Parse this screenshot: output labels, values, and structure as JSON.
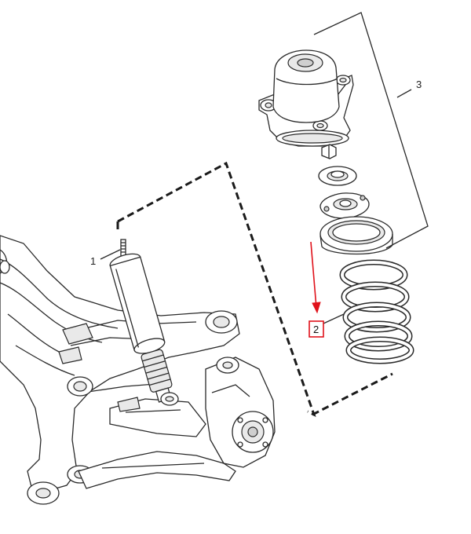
{
  "callouts": [
    {
      "id": "1",
      "text": "1"
    },
    {
      "id": "2",
      "text": "2"
    },
    {
      "id": "3",
      "text": "3"
    }
  ],
  "highlight": {
    "callout": "2",
    "color": "#e0121b"
  },
  "line_color": "#2a2a2a"
}
